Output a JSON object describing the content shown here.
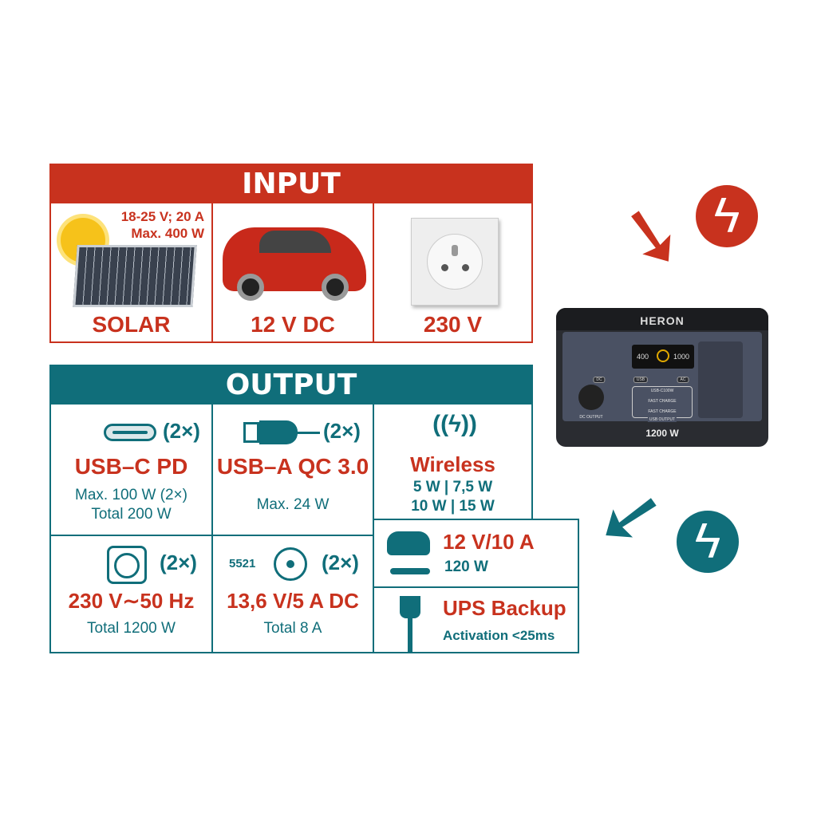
{
  "input": {
    "title": "INPUT",
    "cells": [
      {
        "label": "SOLAR",
        "spec1": "18-25 V; 20 A",
        "spec2": "Max. 400 W"
      },
      {
        "label": "12 V DC"
      },
      {
        "label": "230 V"
      }
    ]
  },
  "output": {
    "title": "OUTPUT",
    "cells": {
      "usbc": {
        "count": "(2×)",
        "title": "USB–C PD",
        "line1": "Max. 100 W (2×)",
        "line2": "Total 200 W"
      },
      "usba": {
        "count": "(2×)",
        "title": "USB–A QC 3.0",
        "line1": "Max. 24 W"
      },
      "wireless": {
        "title": "Wireless",
        "line1": "5 W | 7,5 W",
        "line2": "10 W | 15 W"
      },
      "ac": {
        "count": "(2×)",
        "title": "230 V∼50 Hz",
        "line1": "Total 1200 W"
      },
      "dc": {
        "code": "5521",
        "count": "(2×)",
        "title": "13,6 V/5 A DC",
        "line1": "Total 8 A"
      },
      "car": {
        "title": "12 V/10 A",
        "line1": "120 W"
      },
      "ups": {
        "title": "UPS Backup",
        "line1": "Activation <25ms"
      }
    }
  },
  "device": {
    "brand": "HERON",
    "power": "1200 W",
    "display_in": "400",
    "display_out": "1000",
    "labels": [
      "DC",
      "USB",
      "AC",
      "USB-C100W",
      "FAST CHARGE",
      "FAST CHARGE",
      "USB OUTPUT",
      "DC OUTPUT"
    ]
  },
  "colors": {
    "red": "#c8321e",
    "teal": "#106e7a"
  }
}
